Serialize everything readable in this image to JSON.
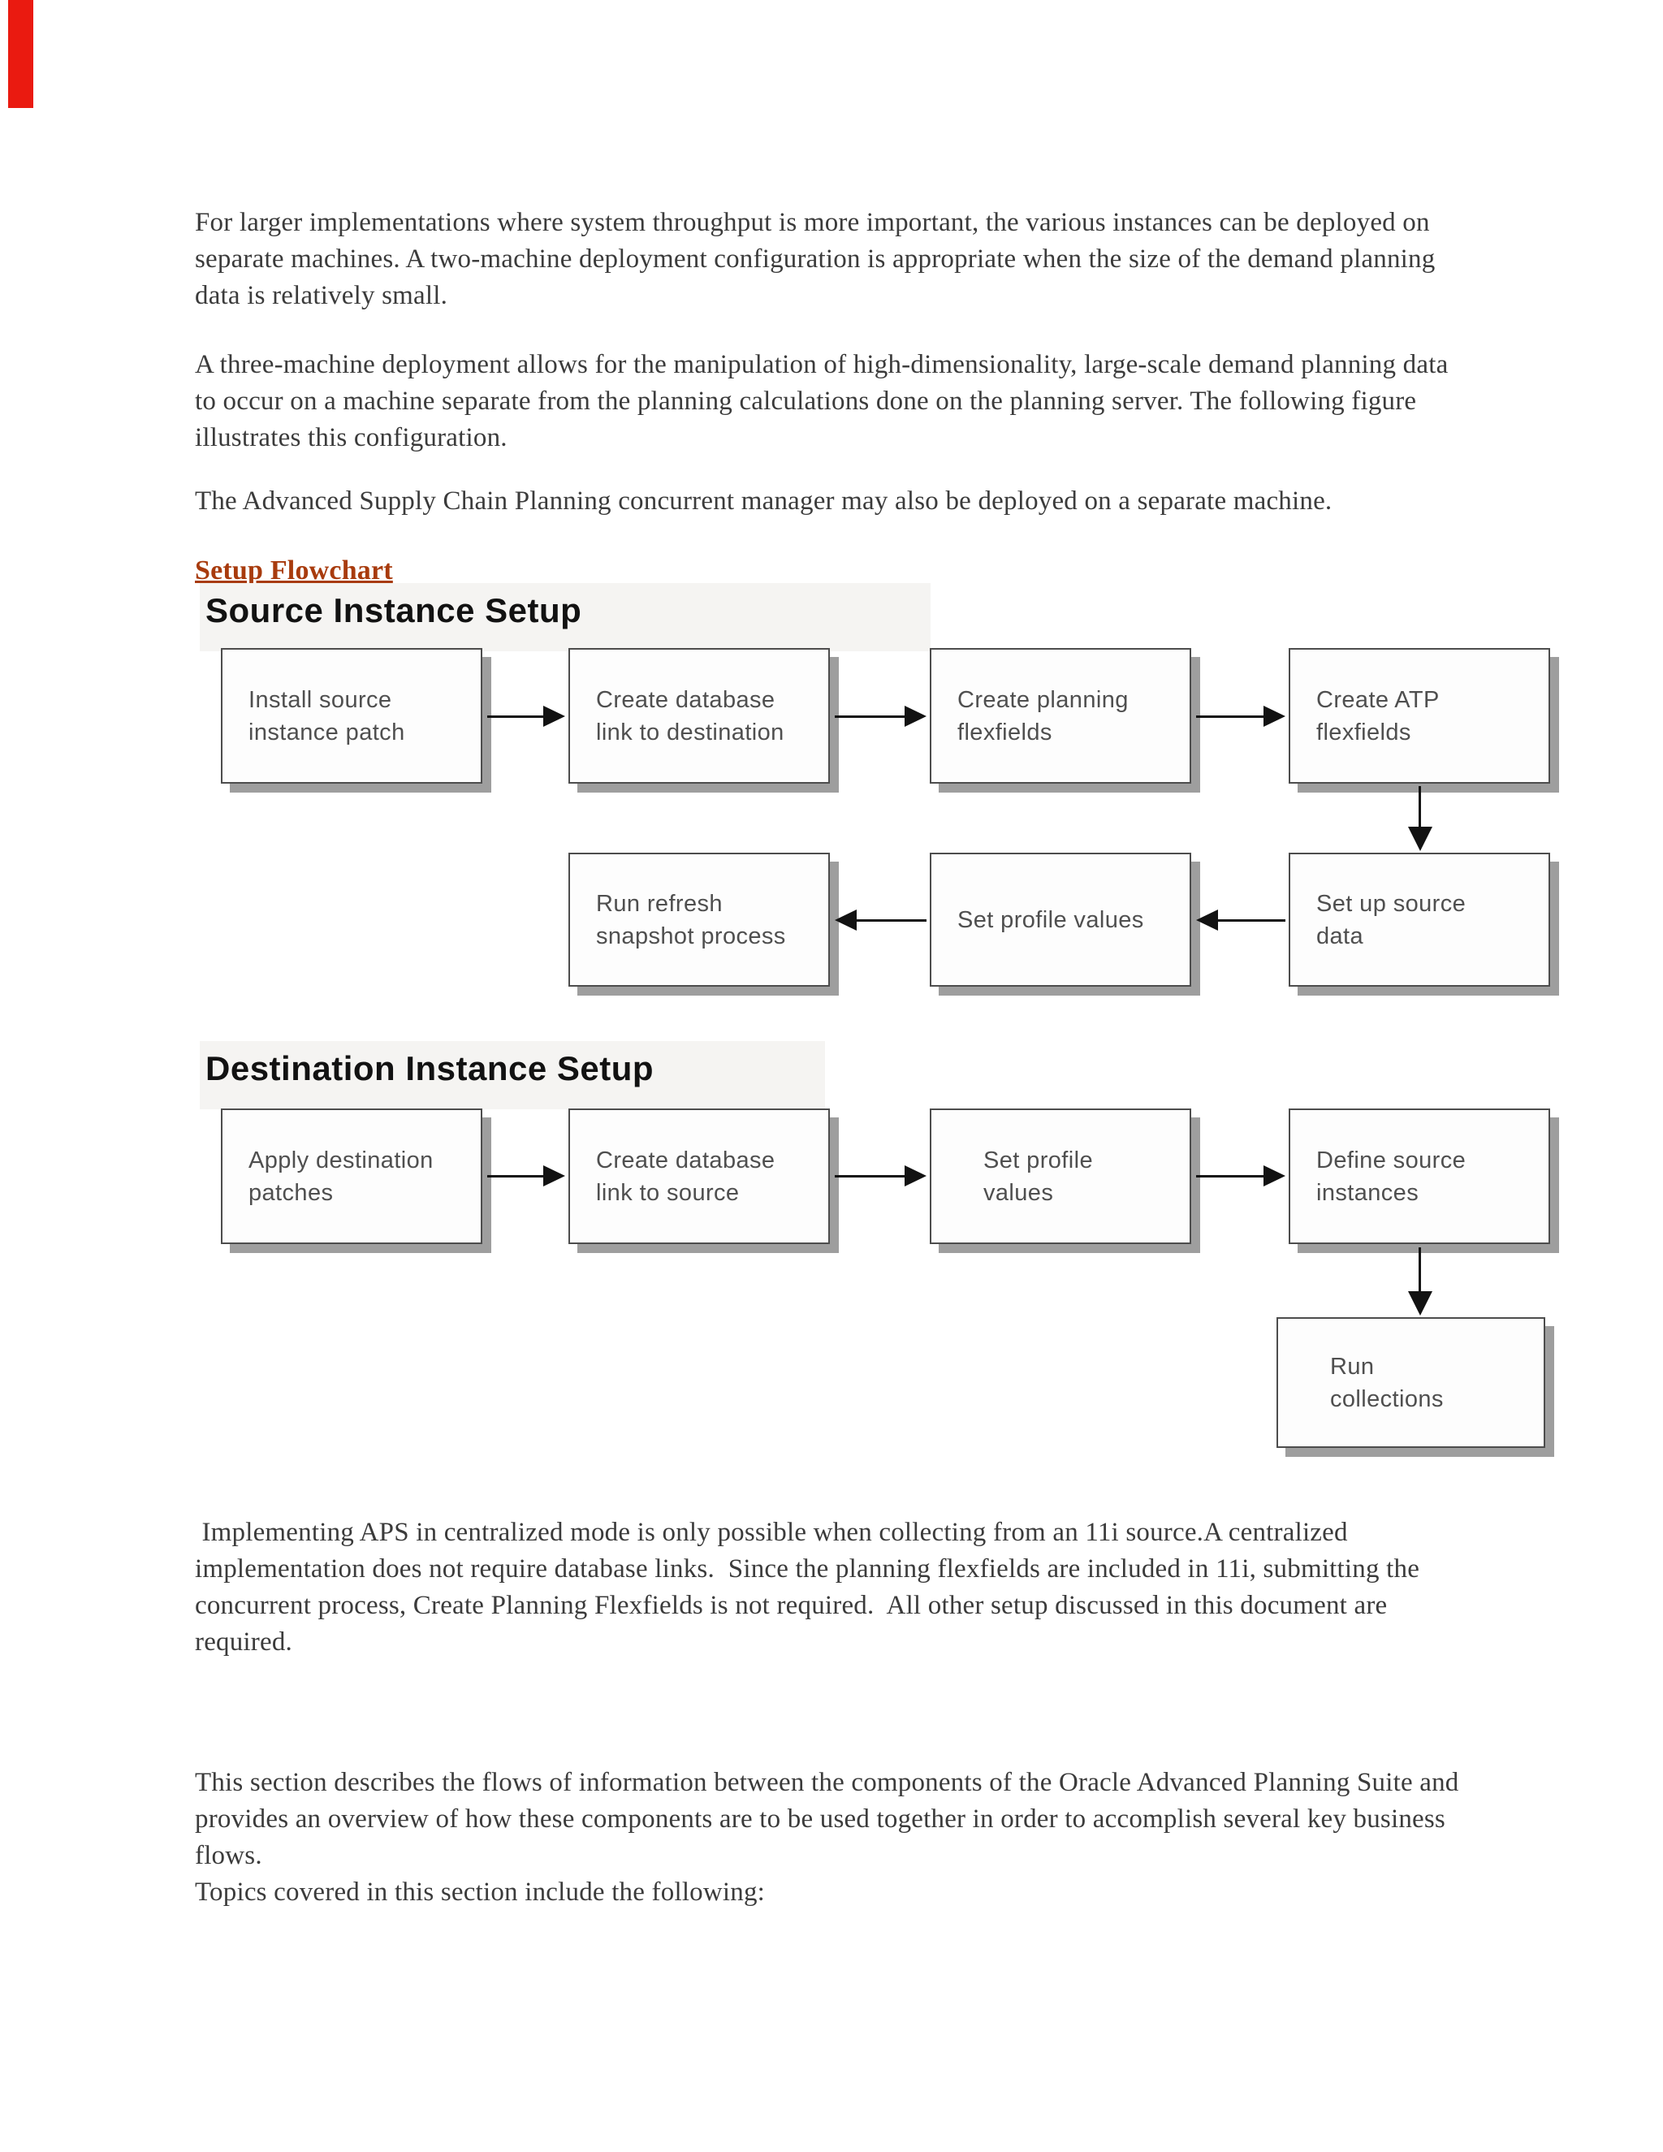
{
  "colors": {
    "body-text": "#3b3b3b",
    "link": "#a83b0d",
    "figure-title": "#121212",
    "box-border": "#4d4d4d",
    "box-shadow": "#9e9e9e",
    "box-text": "#4f4f4f",
    "box-bg": "#fdfdfd",
    "arrow": "#121212",
    "red-bar": "#ea1a10",
    "page-bg": "#ffffff",
    "strip": "#f5f4f2"
  },
  "paragraphs": {
    "p1": "For larger implementations where system throughput is more important, the various instances can be deployed on\nseparate machines. A two-machine deployment configuration is appropriate when the size of the demand planning\ndata is relatively small.",
    "p2": "A three-machine deployment allows for the manipulation of high-dimensionality, large-scale demand planning data\nto occur on a machine separate from the planning calculations done on the planning server. The following figure\nillustrates this configuration.",
    "p3": "The Advanced Supply Chain Planning concurrent manager may also be deployed on a separate machine.",
    "p4": " Implementing APS in centralized mode is only possible when collecting from an 11i source.A centralized\nimplementation does not require database links.  Since the planning flexfields are included in 11i, submitting the\nconcurrent process, Create Planning Flexfields is not required.  All other setup discussed in this document are\nrequired.",
    "p5": "This section describes the flows of information between the components of the Oracle Advanced Planning Suite and\nprovides an overview of how these components are to be used together in order to accomplish several key business\nflows.\nTopics covered in this section include the following:"
  },
  "heading": {
    "setup_flowchart": "Setup Flowchart"
  },
  "figure": {
    "source_title": "Source Instance Setup",
    "destination_title": "Destination Instance Setup",
    "source_row1": [
      "Install source\ninstance patch",
      "Create database\nlink to destination",
      "Create planning\nflexfields",
      "Create ATP\nflexfields"
    ],
    "source_row2": [
      "Run refresh\nsnapshot process",
      "Set profile values",
      "Set up source\ndata"
    ],
    "destination_row": [
      "Apply destination\npatches",
      "Create database\nlink to source",
      "Set profile\nvalues",
      "Define source\ninstances"
    ],
    "final_box": "Run\ncollections"
  }
}
